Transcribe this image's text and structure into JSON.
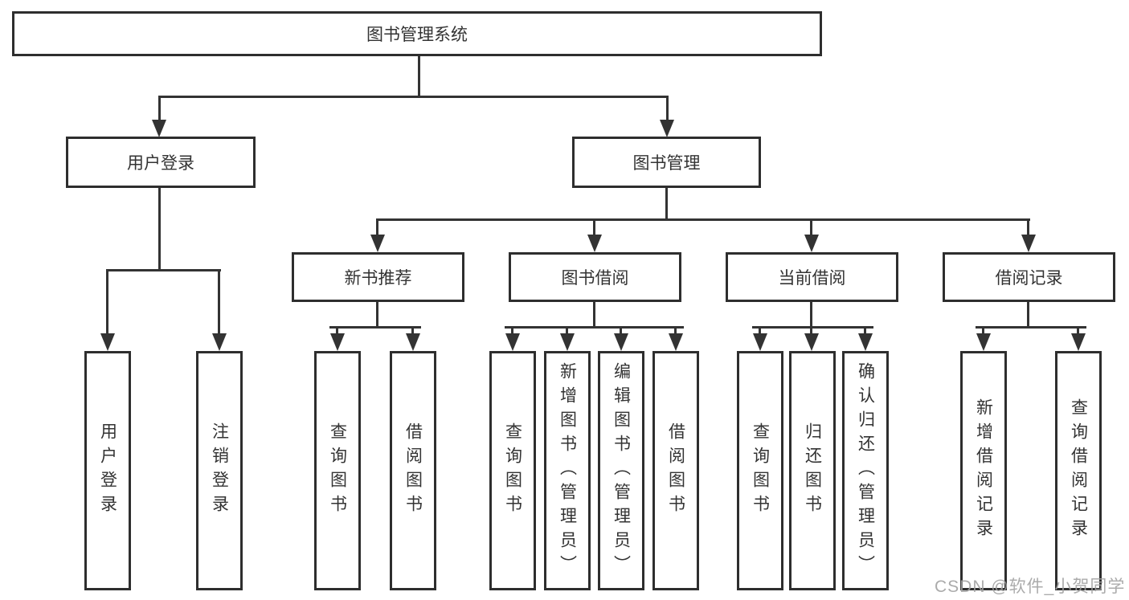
{
  "tree": {
    "root": {
      "label": "图书管理系统"
    },
    "level2": [
      {
        "label": "用户登录",
        "children": [
          {
            "label": "用户登录"
          },
          {
            "label": "注销登录"
          }
        ]
      },
      {
        "label": "图书管理"
      }
    ],
    "level3": [
      {
        "label": "新书推荐",
        "children": [
          {
            "label": "查询图书"
          },
          {
            "label": "借阅图书"
          }
        ]
      },
      {
        "label": "图书借阅",
        "children": [
          {
            "label": "查询图书"
          },
          {
            "label": "新增图书（管理员）"
          },
          {
            "label": "编辑图书（管理员）"
          },
          {
            "label": "借阅图书"
          }
        ]
      },
      {
        "label": "当前借阅",
        "children": [
          {
            "label": "查询图书"
          },
          {
            "label": "归还图书"
          },
          {
            "label": "确认归还（管理员）"
          }
        ]
      },
      {
        "label": "借阅记录",
        "children": [
          {
            "label": "新增借阅记录"
          },
          {
            "label": "查询借阅记录"
          }
        ]
      }
    ]
  },
  "watermark": "CSDN @软件_小贺同学",
  "colors": {
    "line": "#333333",
    "box_border": "#2e2e2e",
    "text": "#333333",
    "watermark": "#a2a2a2",
    "background": "#ffffff"
  }
}
